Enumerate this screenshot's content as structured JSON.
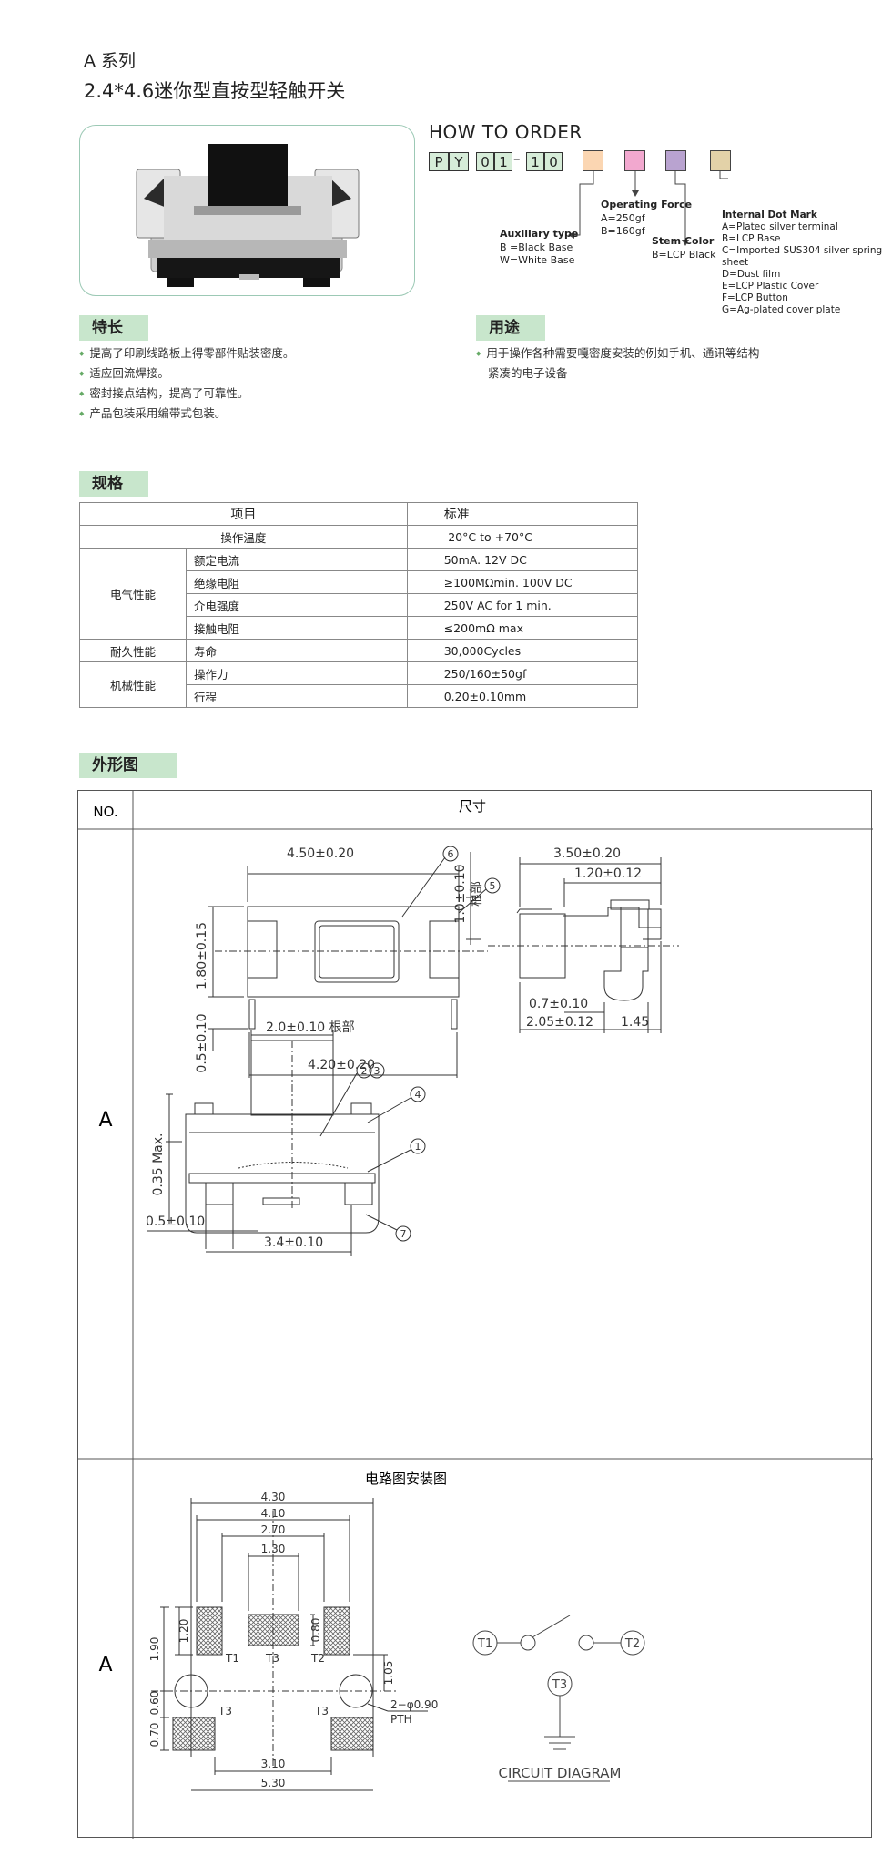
{
  "header": {
    "series": "A 系列",
    "title": "2.4*4.6迷你型直按型轻触开关"
  },
  "order": {
    "heading": "HOW TO ORDER",
    "codes": [
      "P",
      "Y",
      "0",
      "1",
      "1",
      "0"
    ],
    "dash": "–",
    "swatch_colors": [
      "#fbd6b2",
      "#f2a8cf",
      "#b9a3d0",
      "#e3d2a8"
    ],
    "aux": {
      "title": "Auxiliary type",
      "items": [
        "B =Black Base",
        "W=White Base"
      ]
    },
    "force": {
      "title": "Operating Force",
      "items": [
        "A=250gf",
        "B=160gf"
      ]
    },
    "stem": {
      "title": "Stem Color",
      "items": [
        "B=LCP Black"
      ]
    },
    "dot": {
      "title": "Internal Dot Mark",
      "items": [
        "A=Plated silver terminal",
        "B=LCP Base",
        "C=Imported SUS304  silver spring sheet",
        "D=Dust film",
        "E=LCP Plastic  Cover",
        "F=LCP Button",
        "G=Ag-plated cover plate"
      ]
    }
  },
  "features": {
    "heading": "特长",
    "items": [
      "提高了印刷线路板上得零部件贴装密度。",
      "适应回流焊接。",
      "密封接点结构，提高了可靠性。",
      "产品包装采用编带式包装。"
    ]
  },
  "usage": {
    "heading": "用途",
    "items": [
      "用于操作各种需要嘎密度安装的例如手机、通讯等结构",
      "紧凑的电子设备"
    ]
  },
  "spec": {
    "heading": "规格",
    "col_item": "项目",
    "col_std": "标准",
    "temp_label": "操作温度",
    "temp_value": "-20°C to +70°C",
    "elec_group": "电气性能",
    "elec": [
      {
        "k": "额定电流",
        "v": "50mA. 12V DC"
      },
      {
        "k": "绝缘电阻",
        "v": "≥100MΩmin. 100V DC"
      },
      {
        "k": "介电强度",
        "v": "250V AC for 1 min."
      },
      {
        "k": "接触电阻",
        "v": "≤200mΩ max"
      }
    ],
    "dur_group": "耐久性能",
    "life_label": "寿命",
    "life_value": "30,000Cycles",
    "mech_group": "机械性能",
    "mech": [
      {
        "k": "操作力",
        "v": "250/160±50gf"
      },
      {
        "k": "行程",
        "v": "0.20±0.10mm"
      }
    ]
  },
  "outline": {
    "heading": "外形图",
    "col_no": "NO.",
    "col_size": "尺寸",
    "row1": "A",
    "row2": "A",
    "circuit_title": "电路图安装图",
    "dims": {
      "d450": "4.50±0.20",
      "d180": "1.80±0.15",
      "d05": "0.5±0.10",
      "d420": "4.20±0.20",
      "d350": "3.50±0.20",
      "d10": "1.0±0.10",
      "root": "根部",
      "d120": "1.20±0.12",
      "d07": "0.7±0.10",
      "d205": "2.05±0.12",
      "d145": "1.45",
      "d20": "2.0±0.10 根部",
      "d035": "0.35 Max.",
      "d05b": "0.5±0.10",
      "d34": "3.4±0.10"
    },
    "callouts": {
      "c6": "6",
      "c5": "5",
      "c23a": "2",
      "c23b": "3",
      "c4": "4",
      "c1": "1",
      "c7": "7"
    },
    "pads": {
      "d430": "4.30",
      "d410": "4.10",
      "d270": "2.70",
      "d130": "1.30",
      "d120": "1.20",
      "d190": "1.90",
      "d080": "0.80",
      "d105": "1.05",
      "d060": "0.60",
      "d070": "0.70",
      "d310": "3.10",
      "d530": "5.30",
      "hole": "2−φ0.90",
      "pth": "PTH",
      "t1": "T1",
      "t2": "T2",
      "t3": "T3"
    },
    "circuit": {
      "t1": "T1",
      "t2": "T2",
      "t3": "T3",
      "caption": "CIRCUIT DIAGRAM"
    }
  }
}
